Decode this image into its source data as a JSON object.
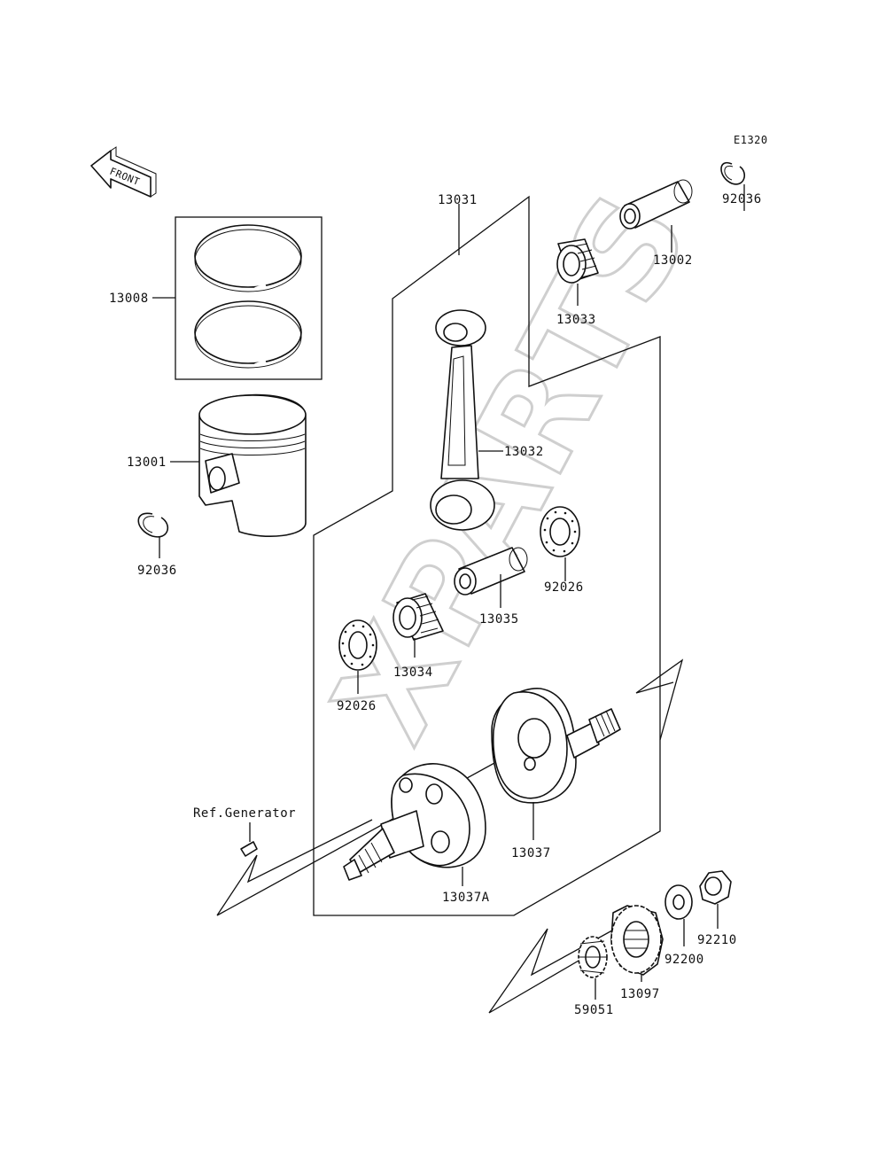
{
  "diagram": {
    "code": "E1320",
    "front_label": "FRONT",
    "reference_note": "Ref.Generator",
    "watermark": "XPARTS",
    "parts": {
      "p13008": "13008",
      "p13001": "13001",
      "p92036_left": "92036",
      "p13031": "13031",
      "p13032": "13032",
      "p13033": "13033",
      "p13002": "13002",
      "p92036_right": "92036",
      "p92026_right": "92026",
      "p13035": "13035",
      "p13034": "13034",
      "p92026_left": "92026",
      "p13037": "13037",
      "p13037A": "13037A",
      "p92210": "92210",
      "p92200": "92200",
      "p13097": "13097",
      "p59051": "59051"
    }
  }
}
